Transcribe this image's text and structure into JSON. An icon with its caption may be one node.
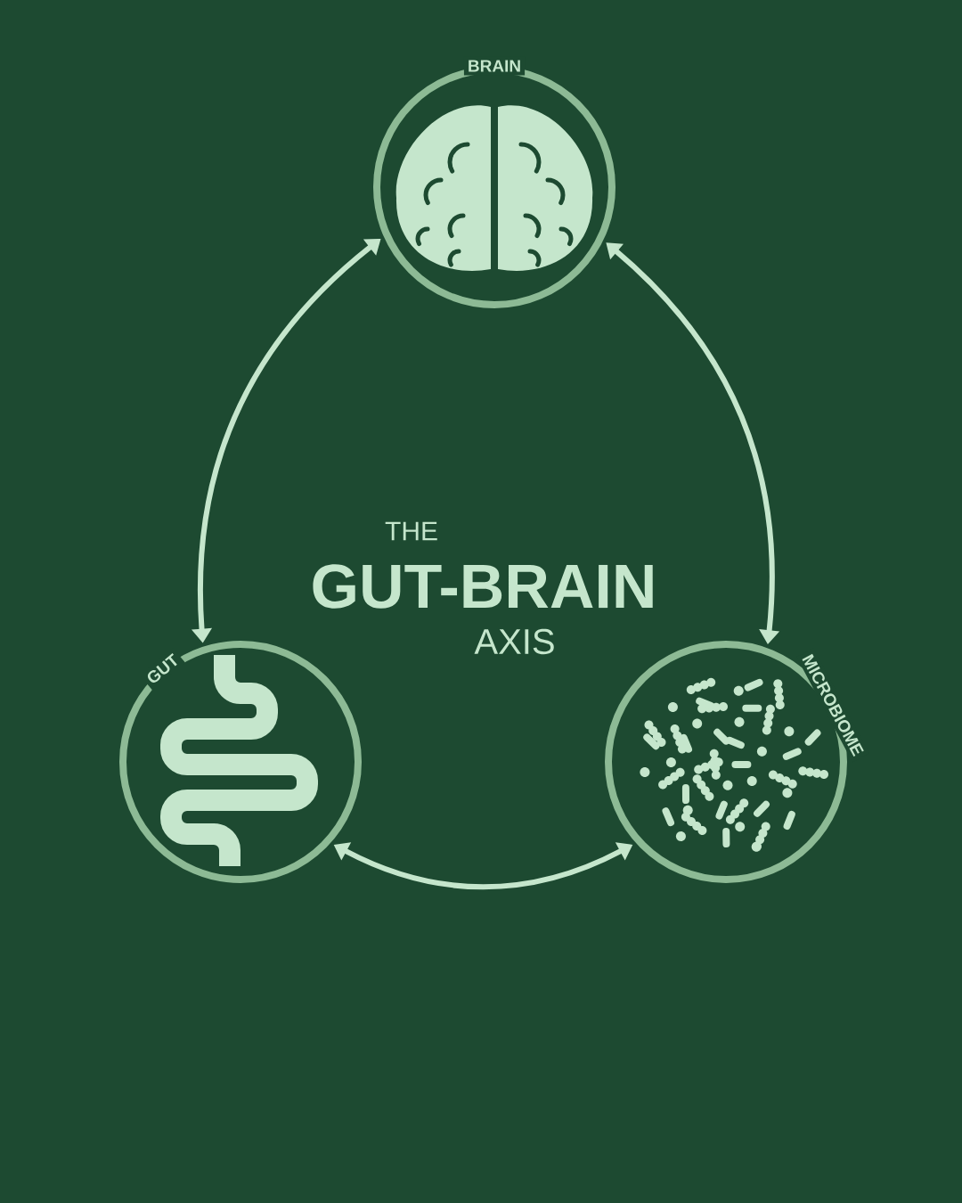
{
  "diagram": {
    "nodes": [
      {
        "text": [
          "BRAIN"
        ]
      },
      {
        "text": [
          "GUT"
        ]
      },
      {
        "text": [
          "MICROBIOME"
        ]
      }
    ],
    "edges": [
      {
        "from": 0,
        "to": 1,
        "arrow": "both"
      },
      {
        "from": 0,
        "to": 2,
        "arrow": "both"
      },
      {
        "from": 1,
        "to": 2,
        "arrow": "both"
      }
    ],
    "labels": [
      "THE",
      "GUT-BRAIN",
      "AXIS"
    ]
  }
}
